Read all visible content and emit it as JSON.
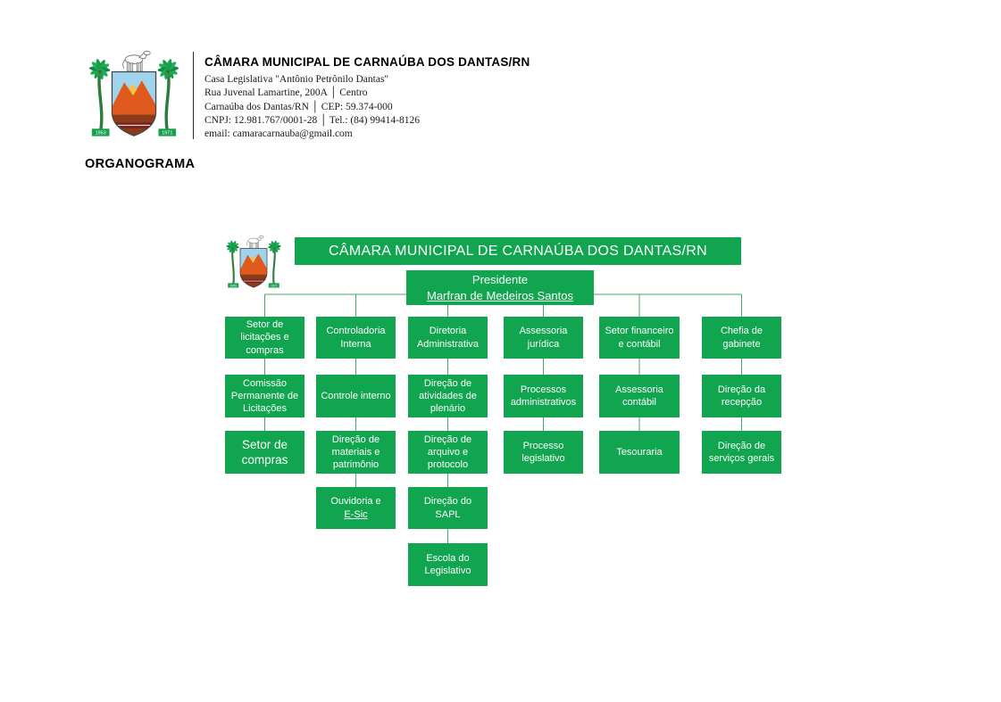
{
  "letterhead": {
    "title": "CÂMARA MUNICIPAL DE CARNAÚBA DOS DANTAS/RN",
    "lines": [
      "Casa Legislativa \"Antônio Petrônilo Dantas\"",
      "Rua Juvenal Lamartine, 200A │ Centro",
      "Carnaúba dos Dantas/RN │ CEP: 59.374-000",
      "CNPJ: 12.981.767/0001-28 │ Tel.: (84) 99414-8126",
      "email: camaracarnauba@gmail.com"
    ]
  },
  "page_title": "ORGANOGRAMA",
  "logo": {
    "year_left": "1953",
    "year_right": "1971"
  },
  "org": {
    "banner": "CÂMARA MUNICIPAL DE CARNAÚBA DOS DANTAS/RN",
    "root": {
      "title": "Presidente",
      "name": "Marfran de Medeiros Santos"
    },
    "columns": [
      {
        "boxes": [
          {
            "label": "Setor de licitações e compras"
          },
          {
            "label": "Comissão Permanente de Licitações"
          },
          {
            "label": "Setor de compras"
          }
        ]
      },
      {
        "boxes": [
          {
            "label": "Controladoria Interna"
          },
          {
            "label": "Controle interno"
          },
          {
            "label": "Direção de materiais e patrimônio"
          },
          {
            "label": "Ouvidoria e",
            "label2": "E-Sic"
          }
        ]
      },
      {
        "boxes": [
          {
            "label": "Diretoria Administrativa"
          },
          {
            "label": "Direção de atividades de plenário"
          },
          {
            "label": "Direção de arquivo e protocolo"
          },
          {
            "label": "Direção do SAPL"
          },
          {
            "label": "Escola do Legislativo"
          }
        ]
      },
      {
        "boxes": [
          {
            "label": "Assessoria jurídica"
          },
          {
            "label": "Processos administrativos"
          },
          {
            "label": "Processo legislativo"
          }
        ]
      },
      {
        "boxes": [
          {
            "label": "Setor financeiro e contábil"
          },
          {
            "label": "Assessoria contábil"
          },
          {
            "label": "Tesouraria"
          }
        ]
      },
      {
        "boxes": [
          {
            "label": "Chefia de gabinete"
          },
          {
            "label": "Direção da recepção"
          },
          {
            "label": "Direção de serviços gerais"
          }
        ]
      }
    ]
  },
  "colors": {
    "box_green": "#10A54E",
    "line_green": "#44A76B"
  }
}
